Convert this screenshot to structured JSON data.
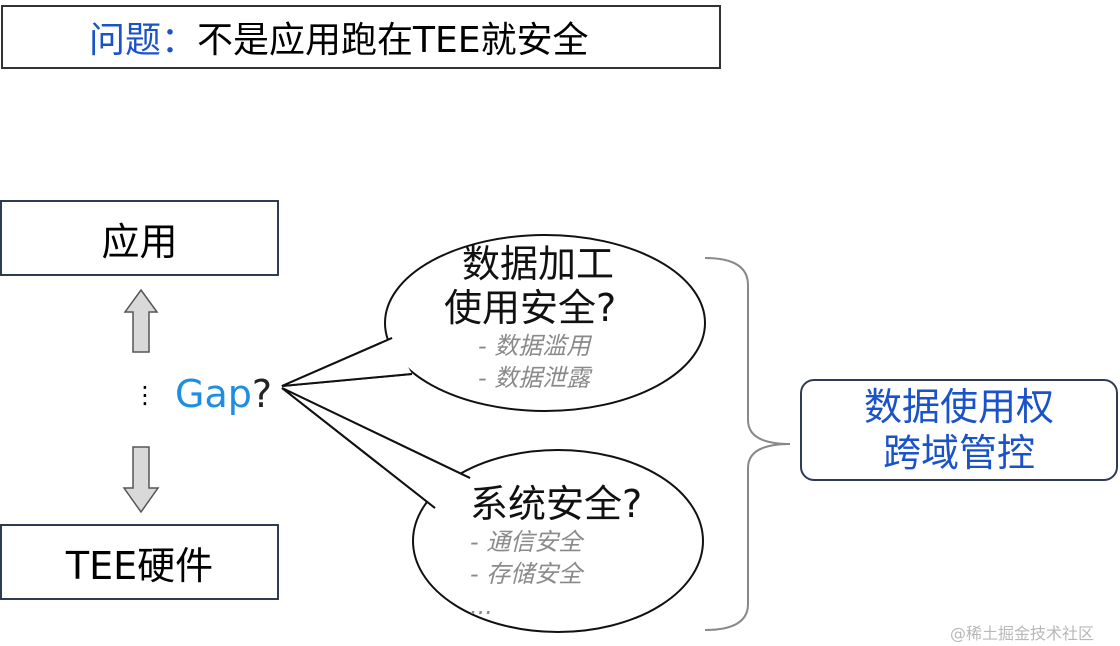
{
  "title": {
    "prefix": "问题：",
    "text": "不是应用跑在TEE就安全"
  },
  "left": {
    "app_label": "应用",
    "tee_label": "TEE硬件"
  },
  "gap": {
    "dots": "⋮",
    "gap_text": "Gap",
    "question": "?"
  },
  "bubble1": {
    "line1": "数据加工",
    "line2": "使用安全?",
    "sub1": "- 数据滥用",
    "sub2": "- 数据泄露"
  },
  "bubble2": {
    "line1": "系统安全?",
    "sub1": "- 通信安全",
    "sub2": "- 存储安全",
    "sub3": "..."
  },
  "result": {
    "line1": "数据使用权",
    "line2": "跨域管控"
  },
  "watermark": "@稀土掘金技术社区",
  "colors": {
    "accent_blue": "#1a52c9",
    "gap_blue": "#1e8ee0",
    "sub_gray": "#8a8a8a",
    "border": "#2f3b55"
  }
}
